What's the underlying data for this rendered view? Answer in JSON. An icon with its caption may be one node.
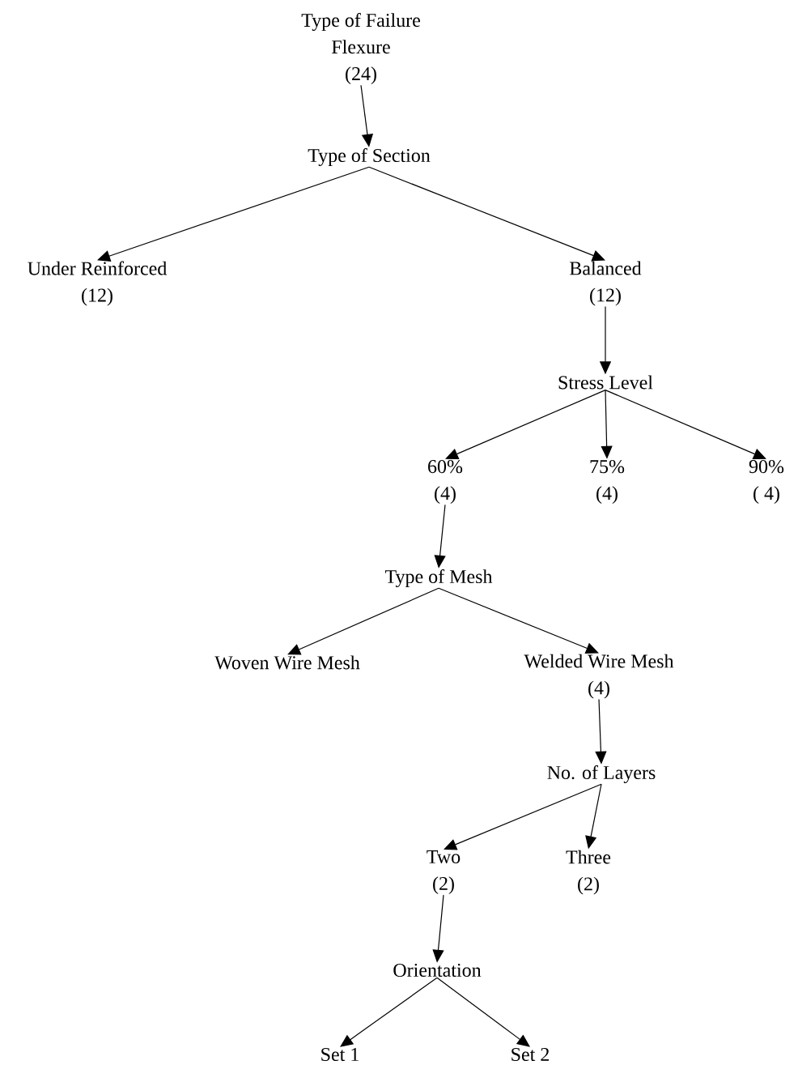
{
  "diagram": {
    "nodes": [
      {
        "text": [
          "Type of Failure",
          "Flexure",
          "(24)"
        ]
      },
      {
        "text": [
          "Type of Section"
        ]
      },
      {
        "text": [
          "Under Reinforced",
          "(12)"
        ]
      },
      {
        "text": [
          "Balanced",
          "(12)"
        ]
      },
      {
        "text": [
          "Stress Level"
        ]
      },
      {
        "text": [
          "60%",
          "(4)"
        ]
      },
      {
        "text": [
          "75%",
          "(4)"
        ]
      },
      {
        "text": [
          "90%",
          "( 4)"
        ]
      },
      {
        "text": [
          "Type of Mesh"
        ]
      },
      {
        "text": [
          "Woven Wire Mesh"
        ]
      },
      {
        "text": [
          "Welded Wire Mesh",
          "(4)"
        ]
      },
      {
        "text": [
          "No. of Layers"
        ]
      },
      {
        "text": [
          "Two",
          "(2)"
        ]
      },
      {
        "text": [
          "Three",
          "(2)"
        ]
      },
      {
        "text": [
          "Orientation"
        ]
      },
      {
        "text": [
          "Set 1"
        ]
      },
      {
        "text": [
          "Set 2"
        ]
      }
    ],
    "edges": [
      {
        "from": 0,
        "to": 1,
        "arrow": "to"
      },
      {
        "from": 1,
        "to": 2,
        "arrow": "to"
      },
      {
        "from": 1,
        "to": 3,
        "arrow": "to"
      },
      {
        "from": 3,
        "to": 4,
        "arrow": "to"
      },
      {
        "from": 4,
        "to": 5,
        "arrow": "to"
      },
      {
        "from": 4,
        "to": 6,
        "arrow": "to"
      },
      {
        "from": 4,
        "to": 7,
        "arrow": "to"
      },
      {
        "from": 5,
        "to": 8,
        "arrow": "to"
      },
      {
        "from": 8,
        "to": 9,
        "arrow": "to"
      },
      {
        "from": 8,
        "to": 10,
        "arrow": "to"
      },
      {
        "from": 10,
        "to": 11,
        "arrow": "to"
      },
      {
        "from": 11,
        "to": 12,
        "arrow": "to"
      },
      {
        "from": 11,
        "to": 13,
        "arrow": "to"
      },
      {
        "from": 12,
        "to": 14,
        "arrow": "to"
      },
      {
        "from": 14,
        "to": 15,
        "arrow": "to"
      },
      {
        "from": 14,
        "to": 16,
        "arrow": "to"
      }
    ]
  }
}
